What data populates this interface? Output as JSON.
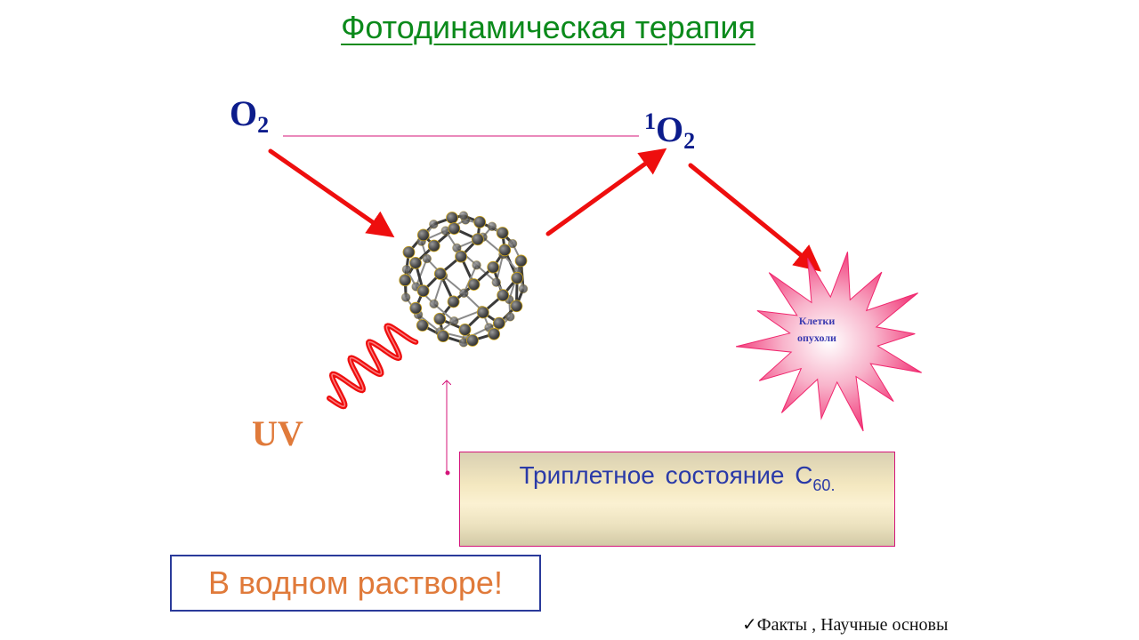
{
  "slide": {
    "title": "Фотодинамическая терапия",
    "oxygen_label": {
      "base": "O",
      "subscript": "2"
    },
    "singlet_oxygen_label": {
      "superscript": "1",
      "base": "O",
      "subscript": "2"
    },
    "uv_label": "UV",
    "tumor_label": "Клетки опухоли",
    "triplet_state": {
      "text": "Триплетное состояние С",
      "subscript": "60",
      "suffix": "."
    },
    "water_solution_note": "В водном растворе!",
    "footer": {
      "check": "✓",
      "text": "Факты , Научные основы"
    }
  },
  "colors": {
    "title": "#0b8a1b",
    "molecule_labels": "#0c1c8c",
    "arrows": "#ee0e0e",
    "uv": "#e07a3a",
    "connector_line": "#d4147a",
    "tumor_fill": "#f02a70",
    "triplet_text": "#2a3aa8",
    "water_box_border": "#2a3a9a",
    "fullerene_atoms": "#555555"
  },
  "icons": [
    "fullerene-c60-icon",
    "uv-wave-icon",
    "tumor-cell-starburst-icon",
    "arrow-icon"
  ]
}
